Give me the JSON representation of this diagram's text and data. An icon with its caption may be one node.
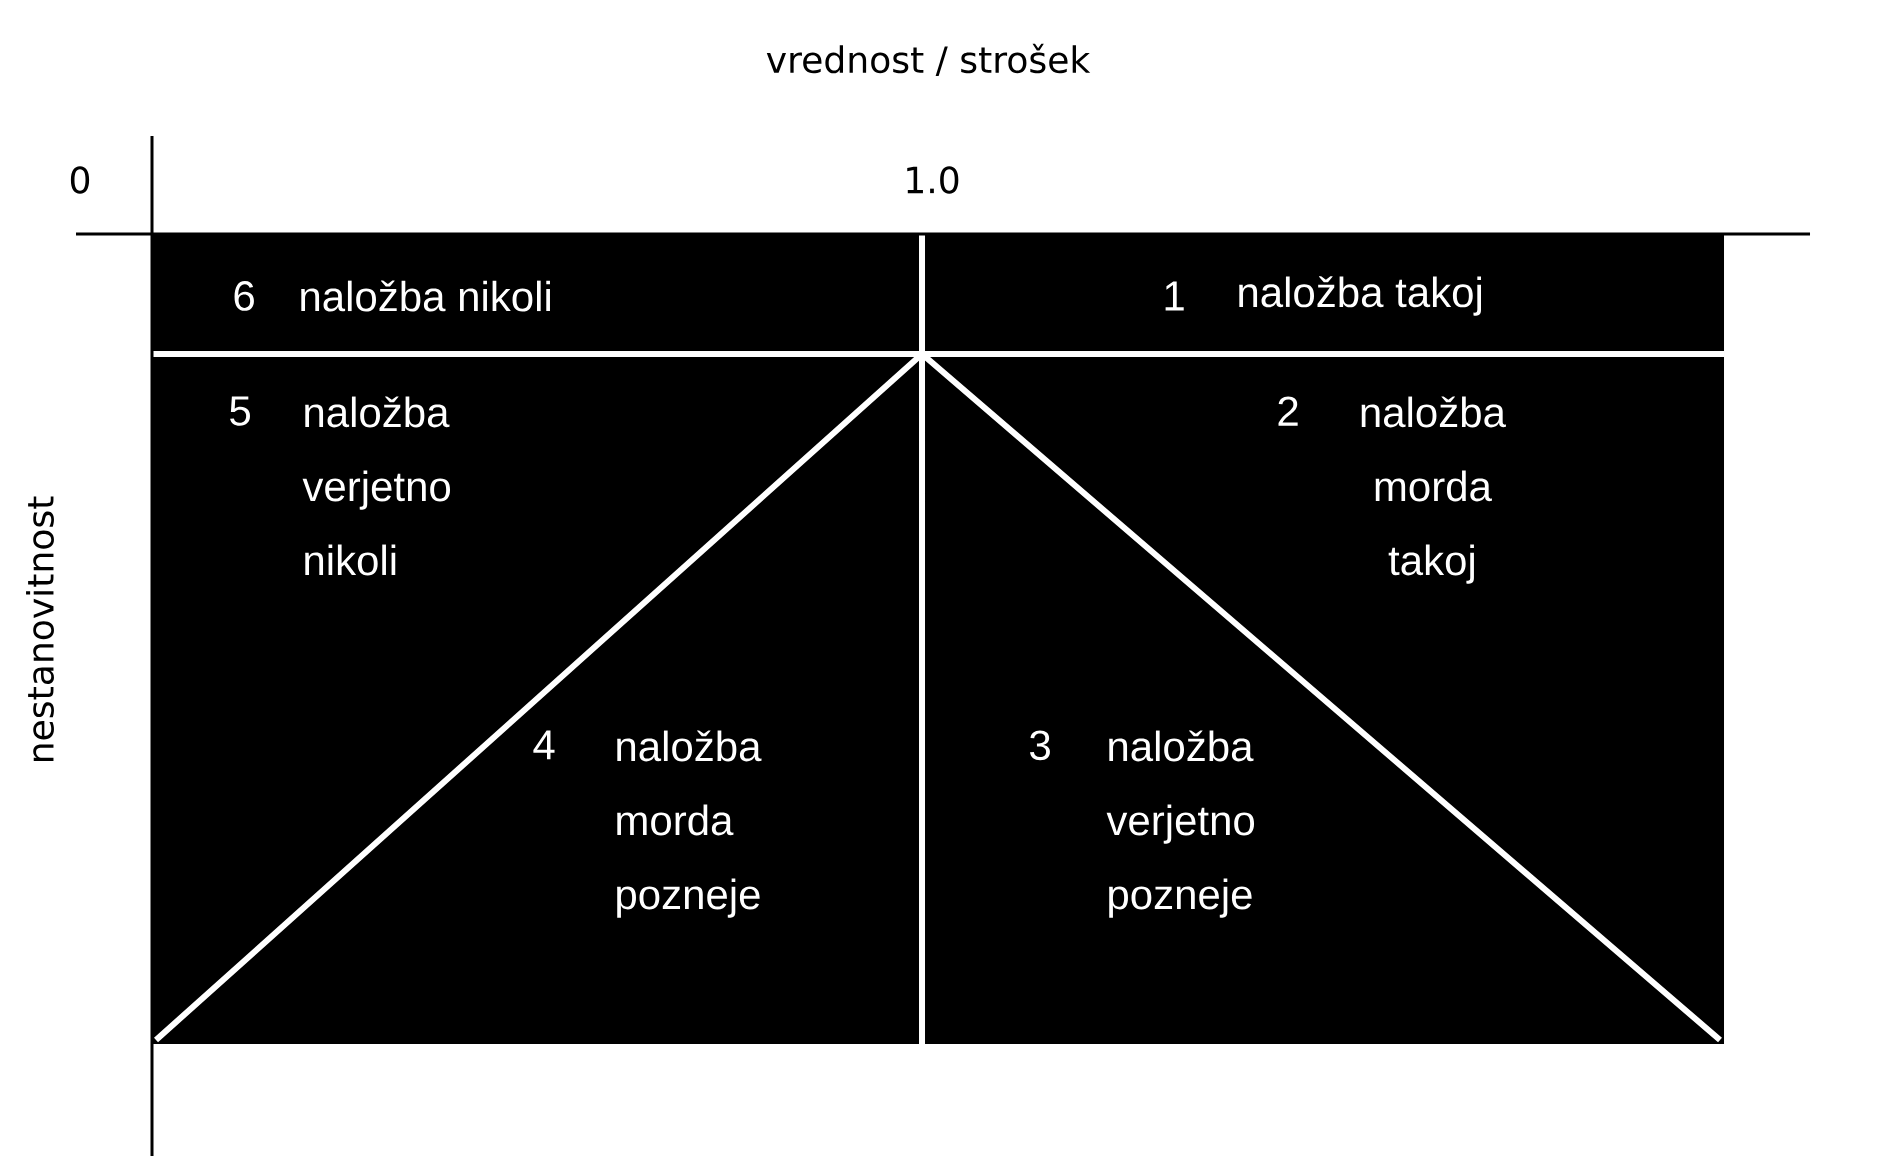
{
  "diagram": {
    "labels": [
      "vrednost / strošek",
      "0",
      "1.0",
      "nestanovitnost",
      "6",
      "naložba nikoli",
      "1",
      "naložba takoj",
      "5",
      "naložba verjetno nikoli",
      "2",
      "naložba morda takoj",
      "4",
      "naložba morda pozneje",
      "3",
      "naložba verjetno pozneje"
    ]
  }
}
